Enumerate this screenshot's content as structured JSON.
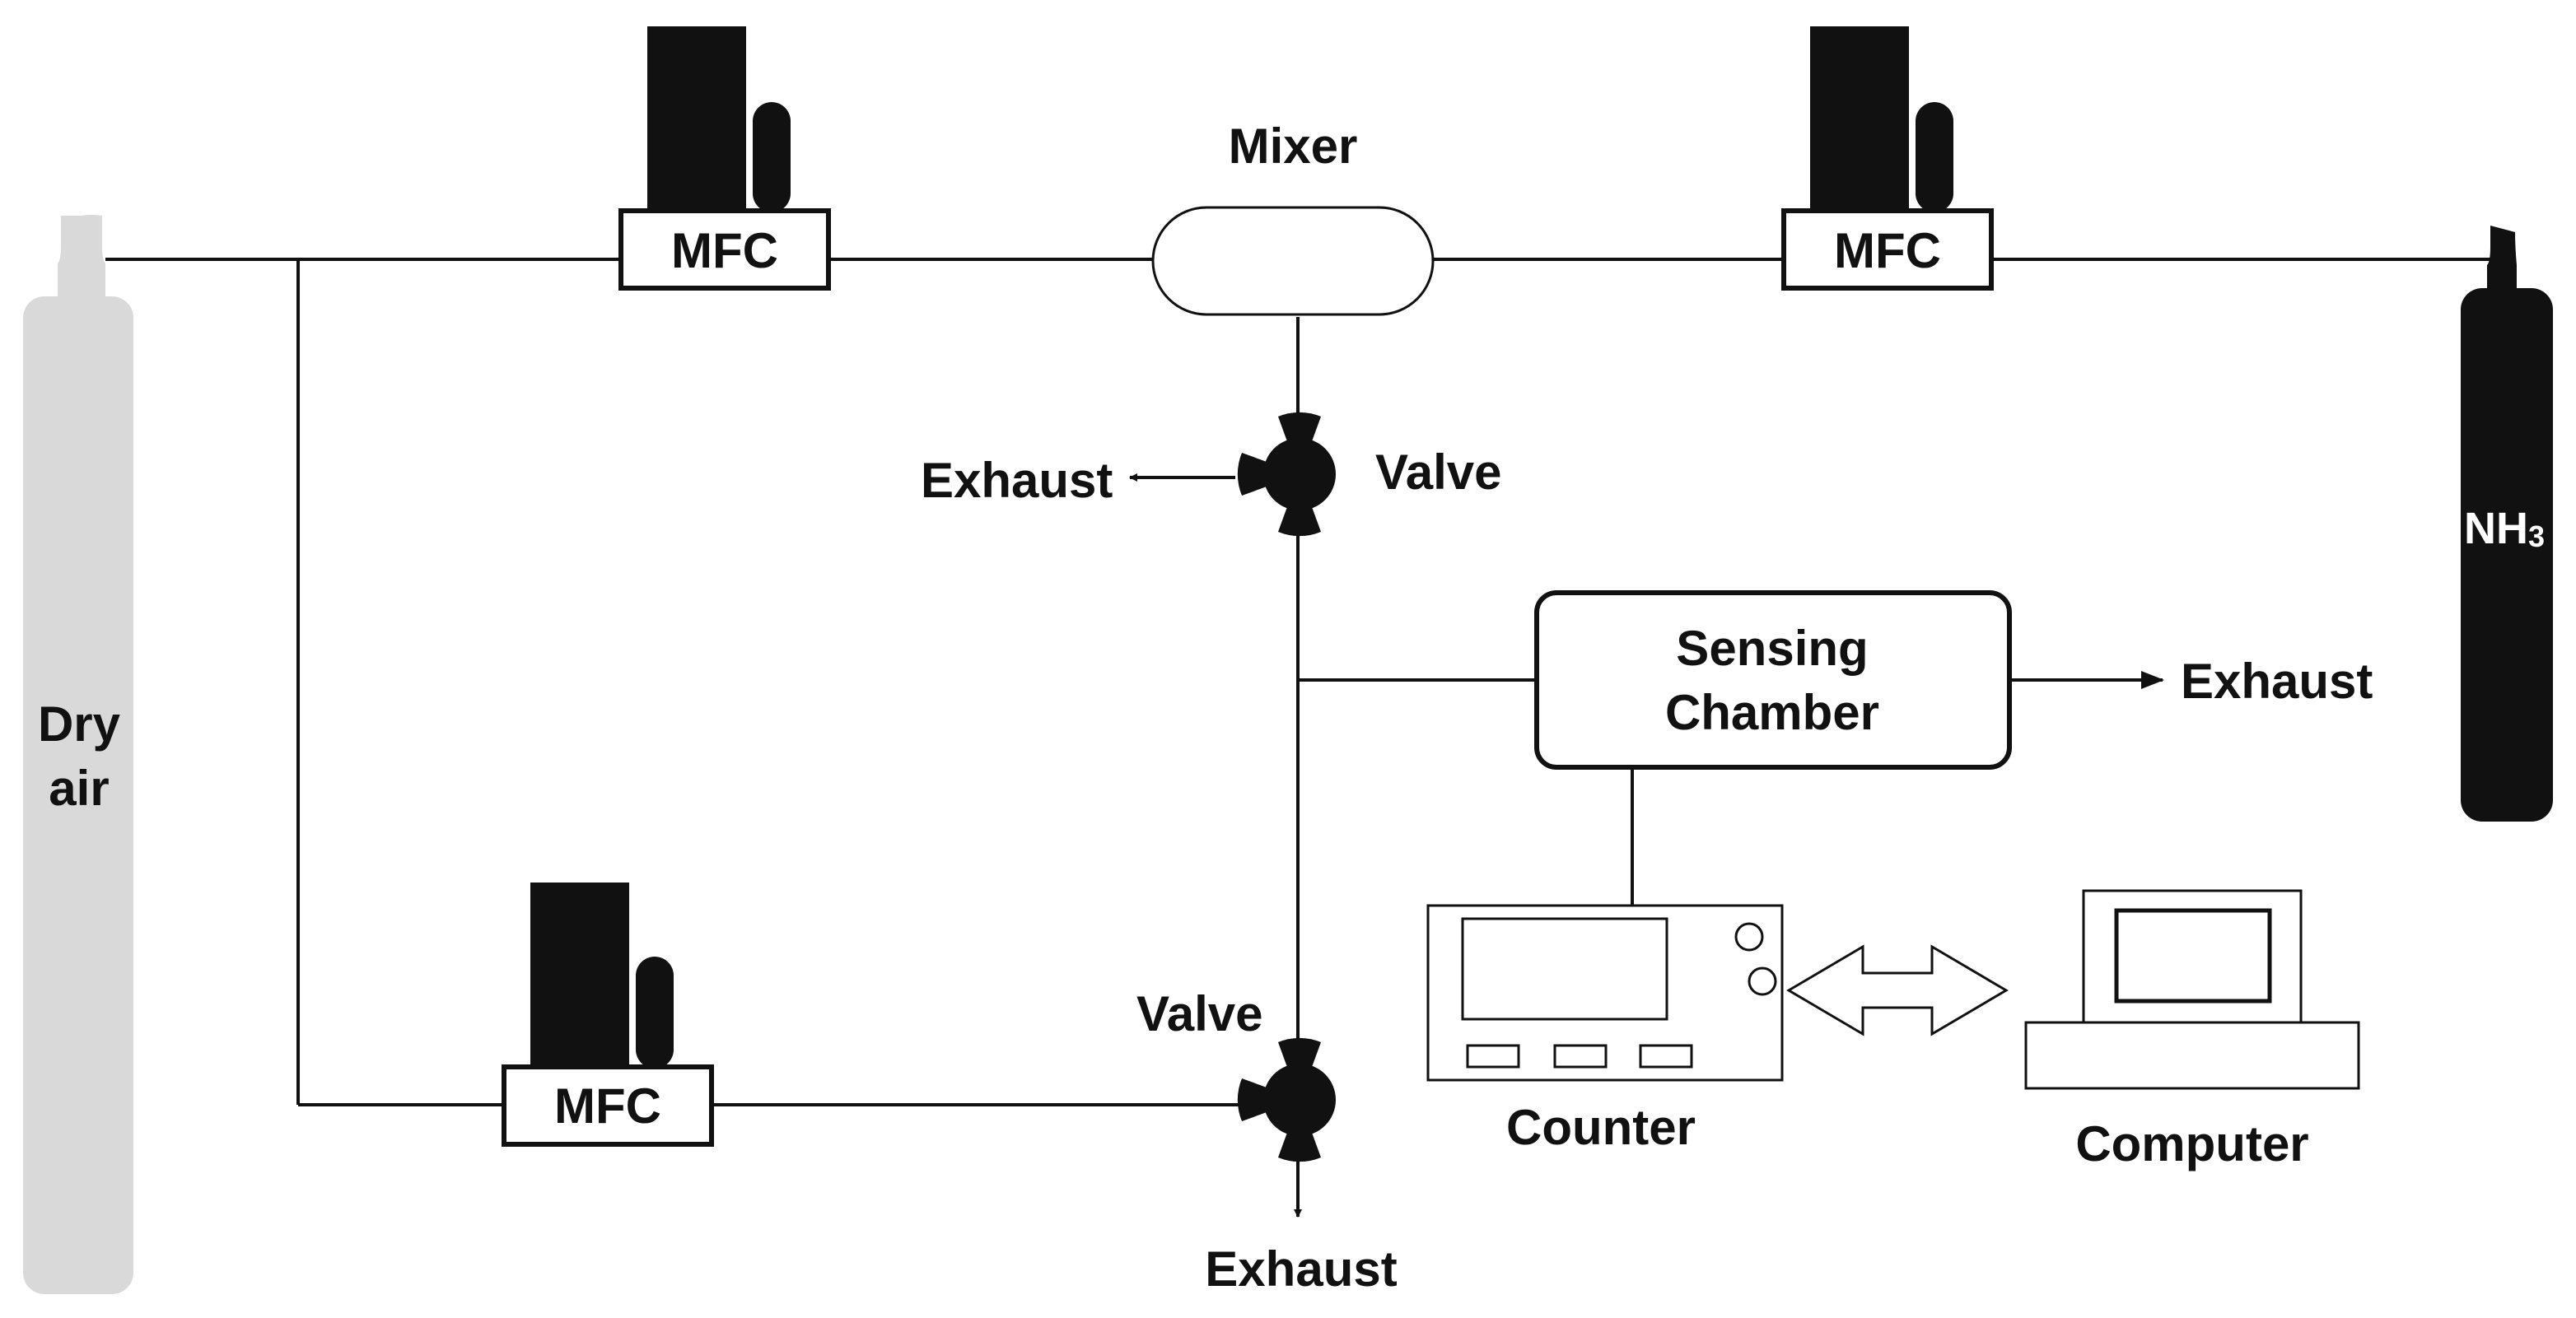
{
  "labels": {
    "dry_air": [
      "Dry",
      "air"
    ],
    "nh3": "NH",
    "nh3_sub": "3",
    "mfc": "MFC",
    "mixer": "Mixer",
    "valve": "Valve",
    "exhaust": "Exhaust",
    "sensing_chamber": [
      "Sensing",
      "Chamber"
    ],
    "counter": "Counter",
    "computer": "Computer"
  },
  "colors": {
    "dry_air_cylinder": "#d9d9d9",
    "nh3_cylinder": "#111111",
    "line": "#111111",
    "background": "#ffffff"
  }
}
